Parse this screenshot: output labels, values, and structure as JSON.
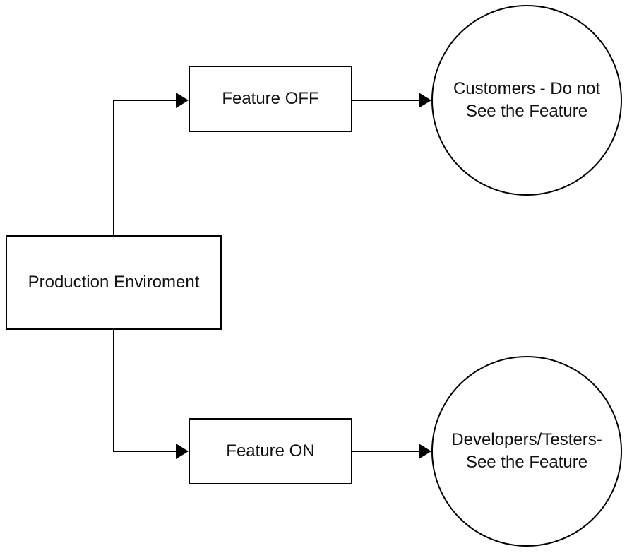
{
  "diagram": {
    "source": {
      "label": "Production Enviroment"
    },
    "branches": [
      {
        "gate": {
          "label": "Feature OFF"
        },
        "audience": {
          "line1": "Customers - Do not",
          "line2": "See the Feature"
        }
      },
      {
        "gate": {
          "label": "Feature ON"
        },
        "audience": {
          "line1": "Developers/Testers-",
          "line2": "See the Feature"
        }
      }
    ],
    "colors": {
      "stroke": "#000000",
      "text": "#111111",
      "background": "#ffffff"
    }
  }
}
